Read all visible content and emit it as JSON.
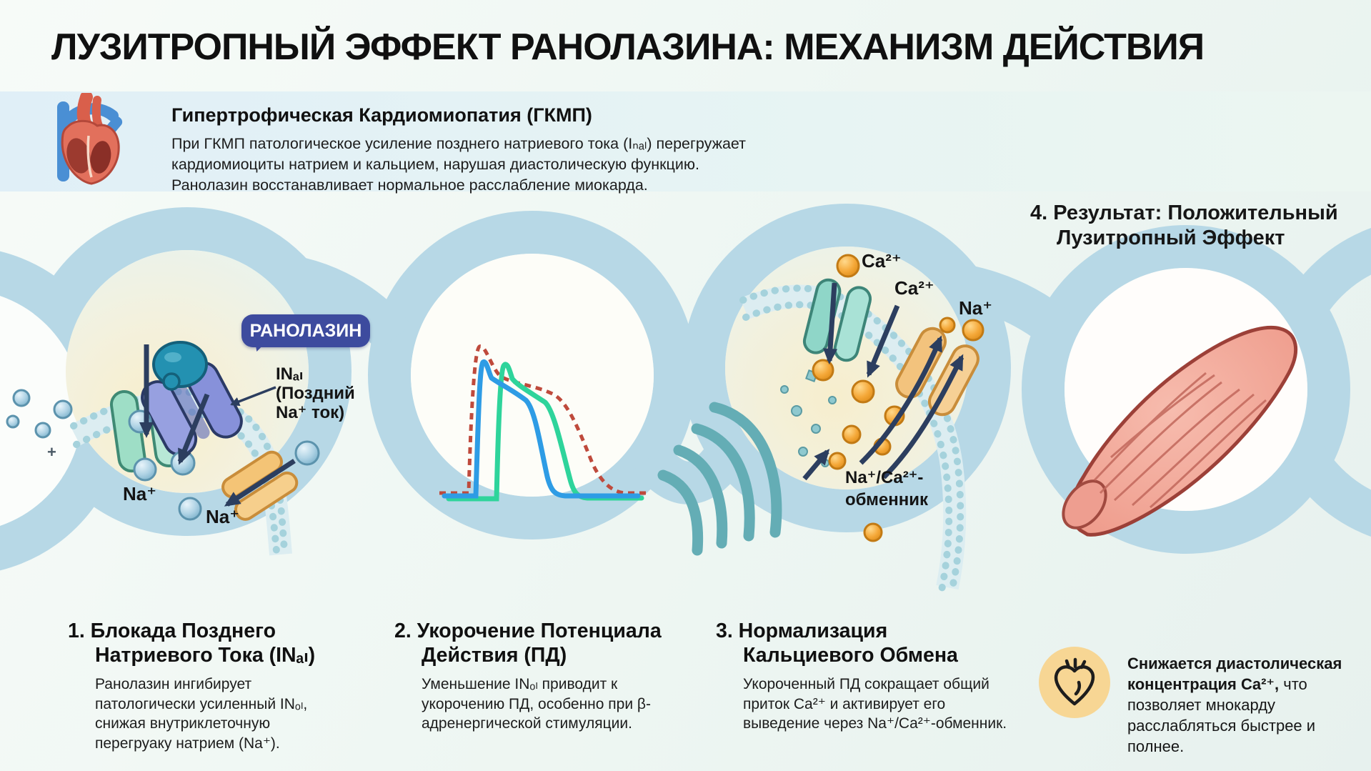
{
  "title": "ЛУЗИТРОПНЫЙ ЭФФЕКТ РАНОЛАЗИНА: МЕХАНИЗМ ДЕЙСТВИЯ",
  "header": {
    "heading": "Гипертрофическая Кардиомиопатия (ГКМП)",
    "lines": [
      "При ГКМП патологическое усиление позднего натриевого тока (Iₙₐₗ) перегружает",
      "кардиомиоциты натрием и кальцием, нарушая диастолическую функцию.",
      "Ранолазин восстанавливает нормальное расслабление миокарда."
    ]
  },
  "diagram": {
    "ranolazine_bubble": "РАНОЛАЗИН",
    "inal_channel_label": "INₐₗ\n(Поздний\nNa⁺ ток)",
    "na_ion_label_1": "Na⁺",
    "na_ion_label_2": "Na⁺",
    "plus_sign": "+",
    "ca_ion_label_1": "Ca²⁺",
    "ca_ion_label_2": "Ca²⁺",
    "na_ion_label_3": "Na⁺",
    "exchanger_label": "Na⁺/Ca²⁺-\nобменник",
    "result_title_line1": "4. Результат: Положительный",
    "result_title_line2": "Лузитропный Эффект"
  },
  "steps": [
    {
      "heading": "1. Блокада Позднего\nНатриевого Тока (INₐₗ)",
      "body": "Ранолазин ингибирует патологически усиленный INₒₗ, снижая внутриклеточную перегруаку натрием (Na⁺)."
    },
    {
      "heading": "2. Укорочение Потенциала\nДействия (ПД)",
      "body": "Уменьшение INₒₗ приводит к укорочению ПД, особенно при β-адренергической стимуляции."
    },
    {
      "heading": "3. Нормализация\nКальциевого Обмена",
      "body": "Укороченный ПД сокращает общий приток Ca²⁺ и активирует его выведение через Na⁺/Ca²⁺-обменник."
    }
  ],
  "result_note": {
    "bold": "Снижается диастолическая концентрация Ca²⁺,",
    "rest": " что позволяет мнокарду расслабляться быстрее и полнее."
  },
  "ap_chart": {
    "type": "line",
    "description": "Схематические кривые потенциала действия без осей и подписей",
    "series": [
      {
        "name": "dashed-red-curve",
        "color": "#bf4a3c",
        "style": "dashed"
      },
      {
        "name": "solid-blue-curve",
        "color": "#2e9ce5",
        "style": "solid"
      },
      {
        "name": "solid-green-curve",
        "color": "#2ed49b",
        "style": "solid"
      }
    ]
  },
  "colors": {
    "ribbon_blue": "#b7d8e6",
    "bubble_indigo": "#3d4b9e",
    "header_band": "#e3f1f6",
    "na_ion_blue": "#a9cfe3",
    "ca_ion_orange": "#f0a42c",
    "channel_teal": "#9edec6",
    "channel_purple": "#8c96dd",
    "channel_orange": "#f4c476",
    "arrow_navy": "#2c3e5f",
    "badge_yellow": "#f7d694",
    "muscle_pink": "#f2a394"
  }
}
